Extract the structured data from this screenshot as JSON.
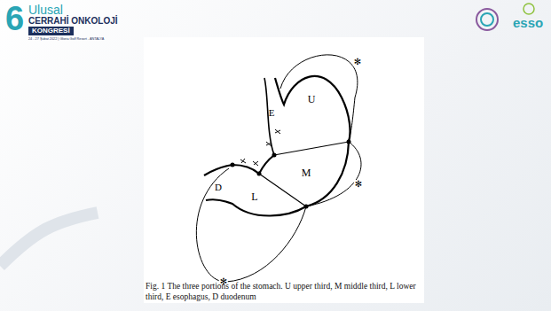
{
  "diagram": {
    "caption": "Fig. 1 The three portions of the stomach. U upper third, M middle third, L lower third, E esophagus, D duodenum",
    "labels": [
      "6",
      "Ulusal",
      "CERRAHİ ONKOLOJİ",
      "KONGRESİ",
      "24 - 27 Şubat 2022 | Gloria Golf Resort - ANTALYA",
      "esso",
      "U",
      "E",
      "M",
      "L",
      "D",
      "✻",
      "✻",
      "✻"
    ]
  }
}
